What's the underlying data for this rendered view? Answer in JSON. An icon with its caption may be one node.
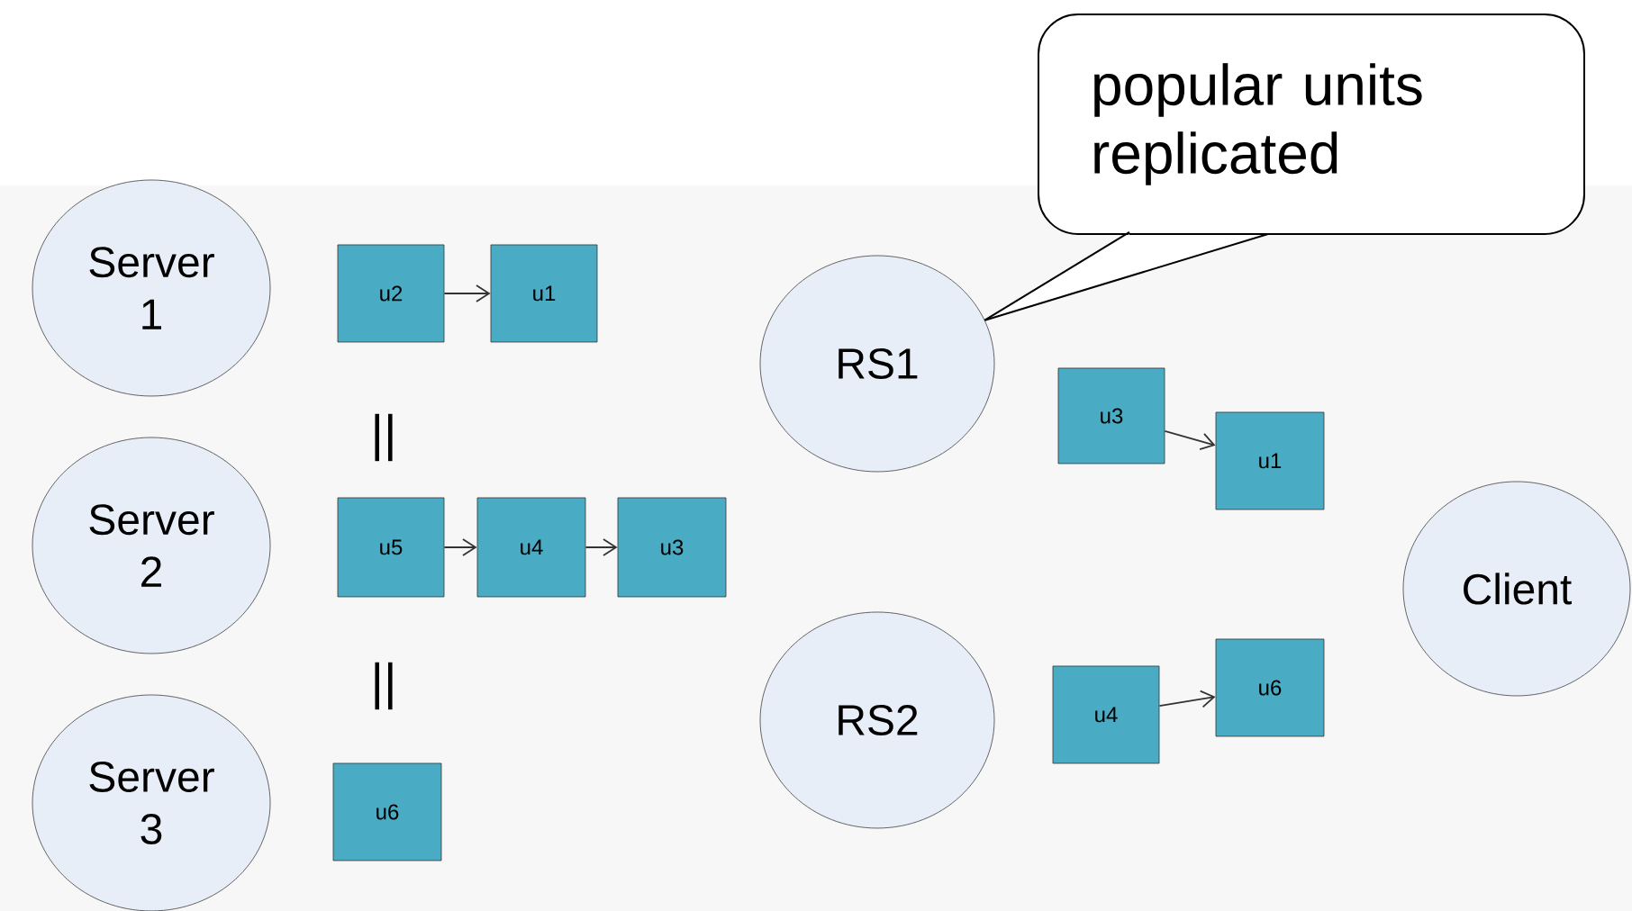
{
  "diagram": {
    "nodes": [
      {
        "text": [
          "Server 1"
        ]
      },
      {
        "text": [
          "u2"
        ]
      },
      {
        "text": [
          "u1"
        ]
      },
      {
        "text": [
          "Server 2"
        ]
      },
      {
        "text": [
          "u5"
        ]
      },
      {
        "text": [
          "u4"
        ]
      },
      {
        "text": [
          "u3"
        ]
      },
      {
        "text": [
          "Server 3"
        ]
      },
      {
        "text": [
          "u6"
        ]
      },
      {
        "text": [
          "popular units replicated"
        ]
      },
      {
        "text": [
          "RS1"
        ]
      },
      {
        "text": [
          "u3"
        ]
      },
      {
        "text": [
          "u1"
        ]
      },
      {
        "text": [
          "RS2"
        ]
      },
      {
        "text": [
          "u4"
        ]
      },
      {
        "text": [
          "u6"
        ]
      },
      {
        "text": [
          "Client"
        ]
      }
    ],
    "edges": [
      {
        "from": 1,
        "to": 2,
        "arrow": "to"
      },
      {
        "from": 4,
        "to": 5,
        "arrow": "to"
      },
      {
        "from": 5,
        "to": 6,
        "arrow": "to"
      },
      {
        "from": 11,
        "to": 12,
        "arrow": "to"
      },
      {
        "from": 14,
        "to": 15,
        "arrow": "to"
      },
      {
        "from": 9,
        "to": 10,
        "arrow": "none"
      }
    ],
    "labels": [
      "||",
      "||"
    ]
  }
}
